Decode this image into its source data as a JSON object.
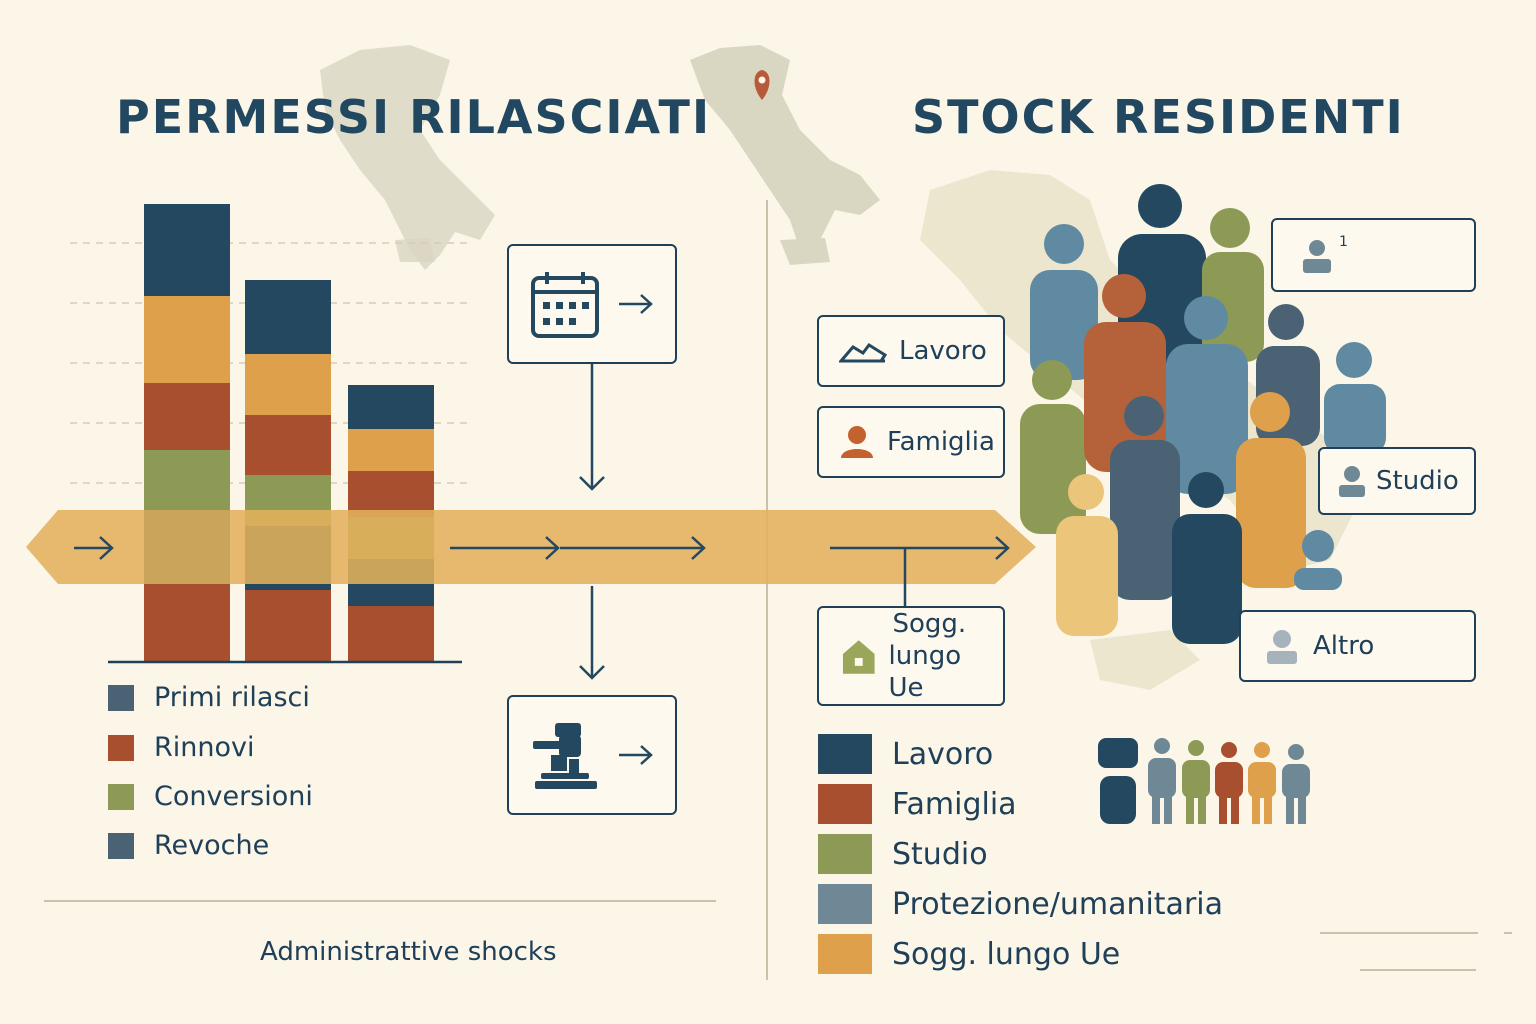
{
  "left_panel": {
    "title": "PERMESSI RILASCIATI",
    "legend": [
      {
        "label": "Primi rilasci",
        "color": "#4a6274"
      },
      {
        "label": "Rinnovi",
        "color": "#a84f2f"
      },
      {
        "label": "Conversioni",
        "color": "#8c9a55"
      },
      {
        "label": "Revoche",
        "color": "#4a6274"
      }
    ],
    "caption": "Administrattive shocks",
    "icons": [
      "calendar-icon",
      "gavel-icon"
    ]
  },
  "right_panel": {
    "title": "STOCK RESIDENTI",
    "cards": [
      {
        "label": "Lavoro",
        "icon": "hand-icon"
      },
      {
        "label": "Famiglia",
        "icon": "person-icon"
      },
      {
        "label": "Studio",
        "icon": "person-icon"
      },
      {
        "label": "Altro",
        "icon": "person-icon"
      },
      {
        "label": "1",
        "icon": "person-icon"
      }
    ],
    "home_card": {
      "line1": "Sogg.",
      "line2": "lungo Ue"
    },
    "legend": [
      {
        "label": "Lavoro",
        "color": "#24485f"
      },
      {
        "label": "Famiglia",
        "color": "#a84f2f"
      },
      {
        "label": "Studio",
        "color": "#8c9a55"
      },
      {
        "label": "Protezione/umanitaria",
        "color": "#6e8896"
      },
      {
        "label": "Sogg. lungo Ue",
        "color": "#dea04a"
      }
    ]
  },
  "colors": {
    "navy": "#24485f",
    "rust": "#a84f2f",
    "olive": "#8c9a55",
    "slate": "#6e8896",
    "ochre": "#dea04a",
    "band": "#e3b15c",
    "background": "#fbf6e8"
  }
}
